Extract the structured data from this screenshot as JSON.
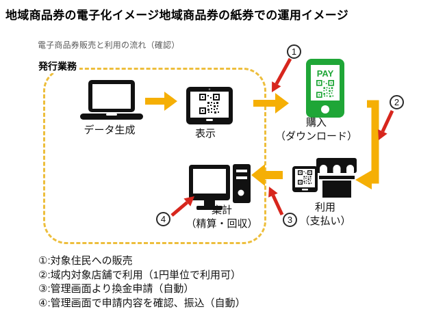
{
  "title": "地域商品券の電子化イメージ地域商品券の紙券での運用イメージ",
  "subtitle": "電子商品券販売と利用の流れ（確認）",
  "issuing_area_label": "発行業務",
  "nodes": {
    "generate": {
      "label": "データ生成"
    },
    "display": {
      "label": "表示"
    },
    "purchase": {
      "label": "購入",
      "sublabel": "（ダウンロード）",
      "pay_badge": "PAY"
    },
    "use": {
      "label": "利用",
      "sublabel": "（支払い）"
    },
    "aggregate": {
      "label": "集計",
      "sublabel": "（精算・回収）"
    }
  },
  "badges": [
    "1",
    "2",
    "3",
    "4"
  ],
  "legend": [
    "①:対象住民への販売",
    "②:域内対象店舗で利用（1円単位で利用可）",
    "③:管理画面より換金申請（自動）",
    "④:管理画面で申請内容を確認、振込（自動）"
  ],
  "colors": {
    "arrow_gold": "#F5AF05",
    "dashed_border": "#EDBE3C",
    "callout_red": "#D7261D",
    "phone_green": "#1FA637",
    "subtitle_gray": "#595959",
    "icon_black": "#111111"
  }
}
